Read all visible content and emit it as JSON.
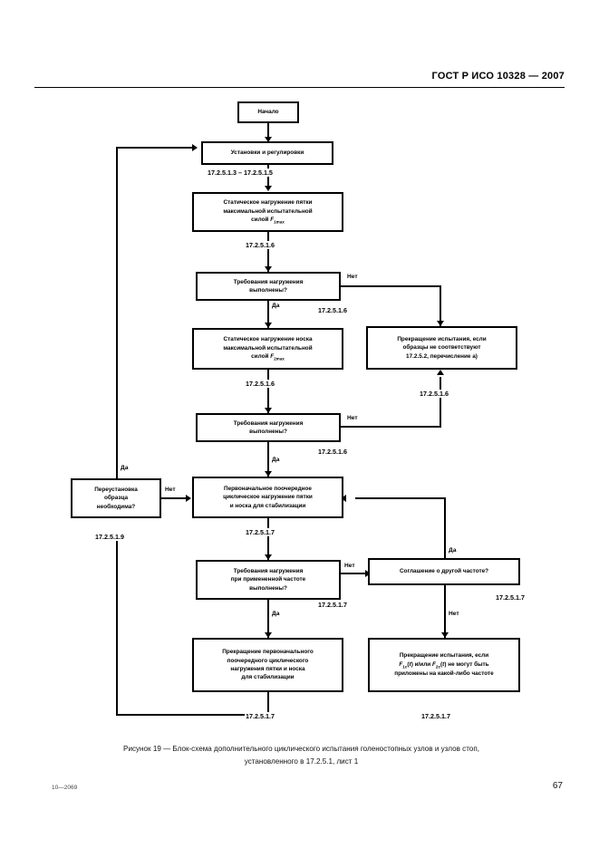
{
  "header": {
    "standard": "ГОСТ Р ИСО 10328 — 2007"
  },
  "caption": {
    "line1": "Рисунок 19 — Блок-схема дополнительного циклического испытания голеностопных узлов и узлов стоп,",
    "line2": "установленного в 17.2.5.1, лист 1"
  },
  "footer": {
    "left": "10—2069",
    "page": "67"
  },
  "labels": {
    "yes": "Да",
    "no": "Нет"
  },
  "nodes": {
    "start": "Начало",
    "setup": "Установки и регулировки",
    "static_heel_l1": "Статическое нагружение пятки",
    "static_heel_l2": "максимальной испытательной",
    "static_heel_l3": "силой F1max",
    "check1_l1": "Требования нагружения",
    "check1_l2": "выполнены?",
    "static_toe_l1": "Статическое нагружение носка",
    "static_toe_l2": "максимальной испытательной",
    "static_toe_l3": "силой F2max",
    "terminate_spec_l1": "Прекращение испытания, если",
    "terminate_spec_l2": "образцы не соответствуют",
    "terminate_spec_l3": "17.2.5.2, перечисление a)",
    "check2_l1": "Требования нагружения",
    "check2_l2": "выполнены?",
    "reposition_l1": "Переустановка",
    "reposition_l2": "образца",
    "reposition_l3": "необходима?",
    "cyclic_l1": "Первоначальное поочередное",
    "cyclic_l2": "циклическое нагружение пятки",
    "cyclic_l3": "и носка для стабилизации",
    "check3_l1": "Требования нагружения",
    "check3_l2": "при примененной частоте",
    "check3_l3": "выполнены?",
    "agreement": "Соглашение о другой частоте?",
    "stop_cyclic_l1": "Прекращение первоначального",
    "stop_cyclic_l2": "поочередного циклического",
    "stop_cyclic_l3": "нагружения пятки и носка",
    "stop_cyclic_l4": "для стабилизации",
    "terminate_freq_l1": "Прекращение испытания, если",
    "terminate_freq_l2": "F1c(t) и/или F2c(t) не могут быть",
    "terminate_freq_l3": "приложены на какой-либо частоте"
  },
  "clauses": {
    "c_setup": "17.2.5.1.3 – 17.2.5.1.5",
    "c_static_heel": "17.2.5.1.6",
    "c_check1": "17.2.5.1.6",
    "c_static_toe": "17.2.5.1.6",
    "c_terminate_spec": "17.2.5.1.6",
    "c_check2": "17.2.5.1.6",
    "c_reposition": "17.2.5.1.9",
    "c_cyclic": "17.2.5.1.7",
    "c_check3": "17.2.5.1.7",
    "c_agreement": "17.2.5.1.7",
    "c_stop_cyclic": "17.2.5.1.7",
    "c_terminate_freq": "17.2.5.1.7"
  }
}
